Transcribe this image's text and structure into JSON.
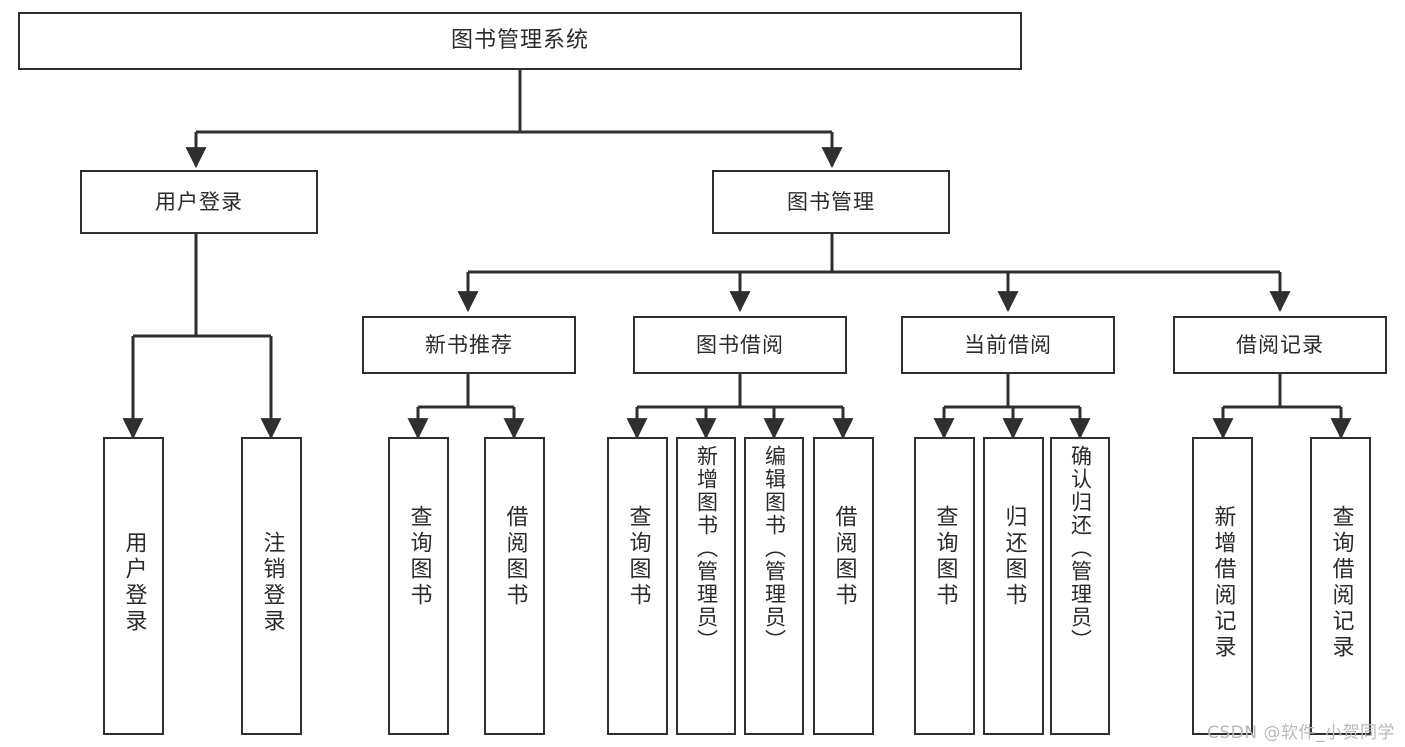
{
  "diagram": {
    "title": "图书管理系统",
    "type": "tree",
    "colors": {
      "background": "#ffffff",
      "line": "#2f2f2f",
      "border": "#2f2f2f",
      "text": "#2b2b2b",
      "watermark": "#b9b9b9"
    },
    "levels": {
      "root": {
        "label": "图书管理系统"
      },
      "level2": [
        {
          "label": "用户登录"
        },
        {
          "label": "图书管理"
        }
      ],
      "level3": [
        {
          "label": "新书推荐"
        },
        {
          "label": "图书借阅"
        },
        {
          "label": "当前借阅"
        },
        {
          "label": "借阅记录"
        }
      ],
      "leaves": [
        {
          "label": "用户登录",
          "parent": "用户登录"
        },
        {
          "label": "注销登录",
          "parent": "用户登录"
        },
        {
          "label": "查询图书",
          "parent": "新书推荐"
        },
        {
          "label": "借阅图书",
          "parent": "新书推荐"
        },
        {
          "label": "查询图书",
          "parent": "图书借阅"
        },
        {
          "label": "新增图书（管理员）",
          "parent": "图书借阅"
        },
        {
          "label": "编辑图书（管理员）",
          "parent": "图书借阅"
        },
        {
          "label": "借阅图书",
          "parent": "图书借阅"
        },
        {
          "label": "查询图书",
          "parent": "当前借阅"
        },
        {
          "label": "归还图书",
          "parent": "当前借阅"
        },
        {
          "label": "确认归还（管理员）",
          "parent": "当前借阅"
        },
        {
          "label": "新增借阅记录",
          "parent": "借阅记录"
        },
        {
          "label": "查询借阅记录",
          "parent": "借阅记录"
        }
      ]
    }
  },
  "watermark": {
    "text": "CSDN @软件_小贺同学"
  }
}
